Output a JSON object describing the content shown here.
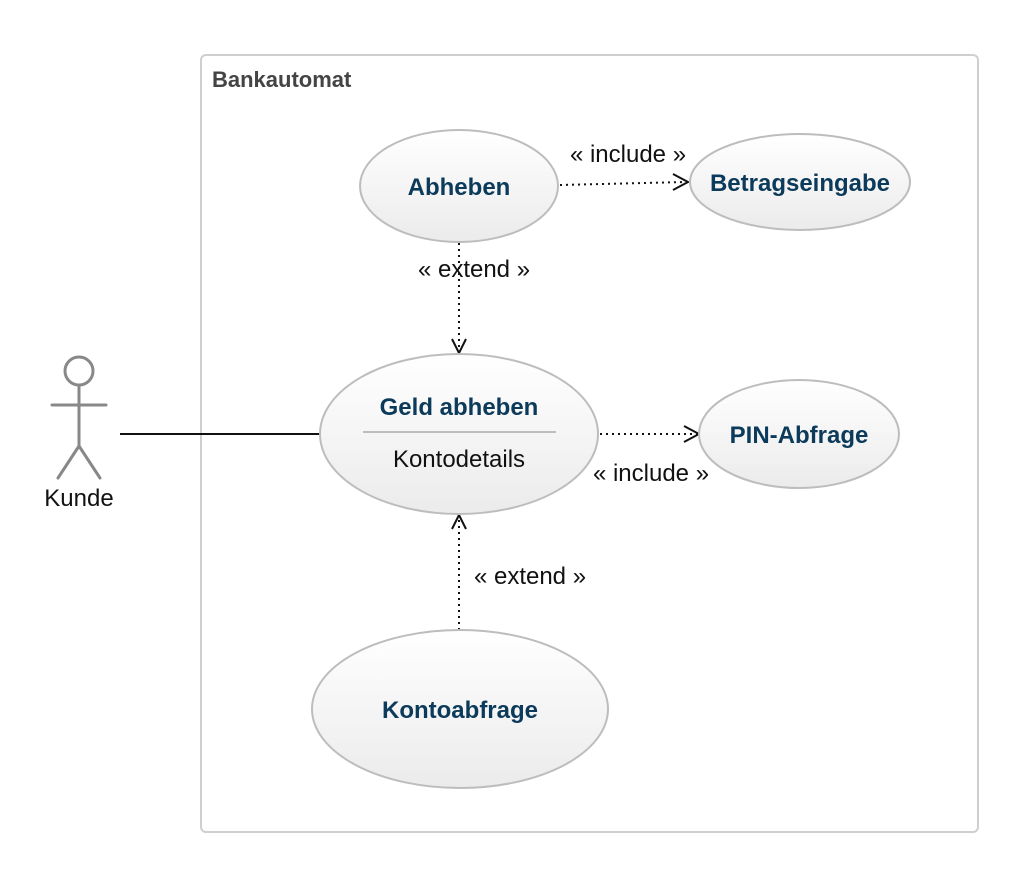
{
  "system": {
    "title": "Bankautomat"
  },
  "actor": {
    "name": "Kunde"
  },
  "use_cases": {
    "abheben": {
      "title": "Abheben"
    },
    "betragseingabe": {
      "title": "Betragseingabe"
    },
    "geld_abheben": {
      "title": "Geld abheben",
      "compartment": "Kontodetails"
    },
    "pin_abfrage": {
      "title": "PIN-Abfrage"
    },
    "kontoabfrage": {
      "title": "Kontoabfrage"
    }
  },
  "relationships": {
    "include_betrag": "« include »",
    "extend_abheben": "« extend »",
    "include_pin": "« include »",
    "extend_konto": "« extend »"
  },
  "colors": {
    "use_case_title": "#0b3a5a",
    "use_case_fill_top": "#ffffff",
    "use_case_fill_bottom": "#ececec",
    "use_case_border": "#bdbdbd",
    "boundary_border": "#cfcfcf",
    "actor_stroke": "#888888"
  }
}
